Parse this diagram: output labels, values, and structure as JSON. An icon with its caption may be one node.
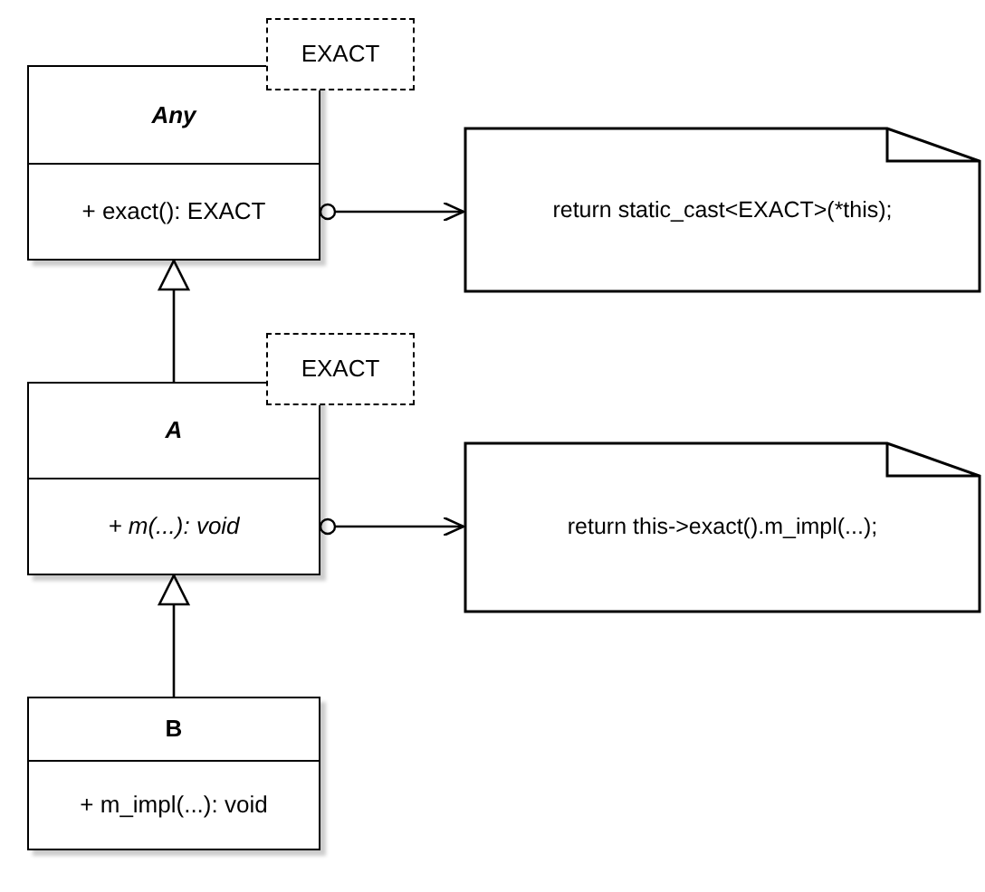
{
  "diagram": {
    "nodes": [
      {
        "text": [
          "Any",
          "+ exact(): EXACT"
        ]
      },
      {
        "text": [
          "EXACT"
        ]
      },
      {
        "text": [
          "return static_cast<EXACT>(*this);"
        ]
      },
      {
        "text": [
          "A",
          "+ m(...): void"
        ]
      },
      {
        "text": [
          "EXACT"
        ]
      },
      {
        "text": [
          "return this->exact().m_impl(...);"
        ]
      },
      {
        "text": [
          "B",
          "+ m_impl(...): void"
        ]
      }
    ],
    "edges": [
      {
        "from": 0,
        "to": 2,
        "arrow": "to"
      },
      {
        "from": 3,
        "to": 0,
        "arrow": "to"
      },
      {
        "from": 3,
        "to": 5,
        "arrow": "to"
      },
      {
        "from": 6,
        "to": 3,
        "arrow": "to"
      }
    ]
  }
}
